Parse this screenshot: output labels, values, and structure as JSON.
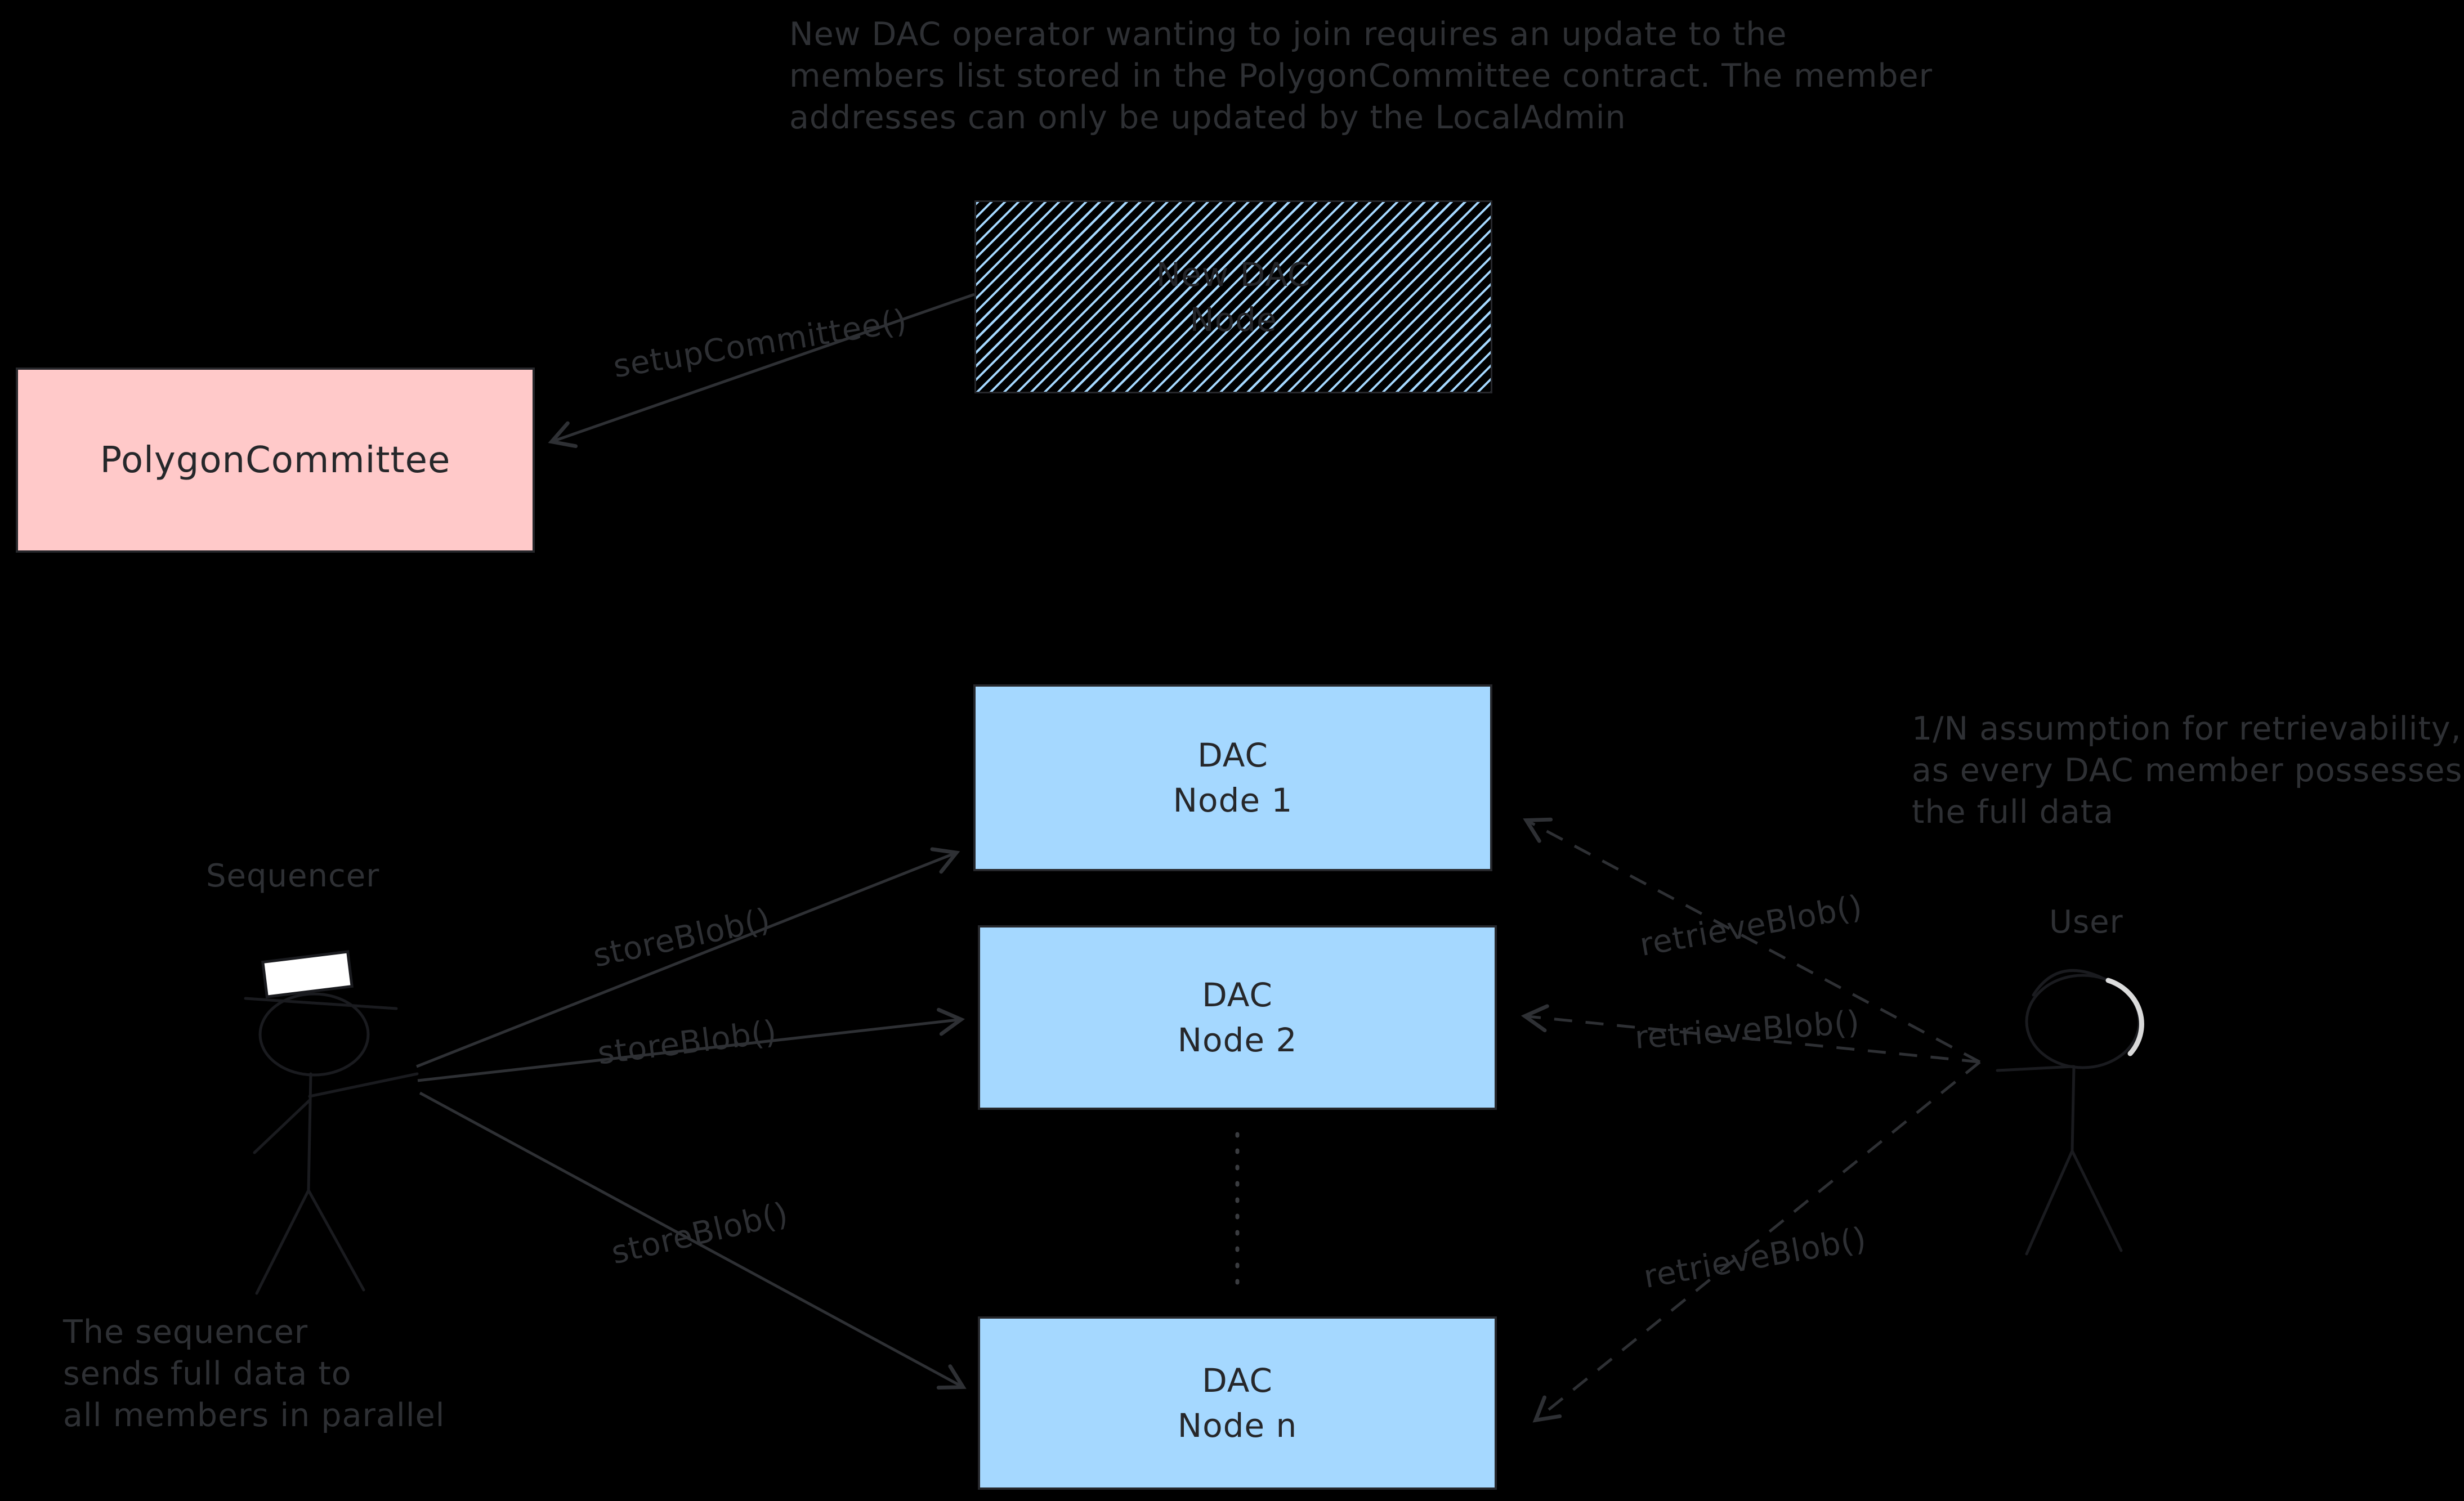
{
  "colors": {
    "background": "#000000",
    "committee_box": "#ffc9c9",
    "dac_box": "#a5d8ff",
    "hatch_line": "#a5d8ff",
    "annotation_ink": "#2e3034",
    "box_ink": "#26272a",
    "figure_ink": "#1a1b1f",
    "highlight_white": "#ffffff"
  },
  "notes": {
    "top": "New DAC operator wanting to join requires an update to the\nmembers list stored in the PolygonCommittee contract. The member\naddresses can only be updated by the LocalAdmin",
    "retrievability": "1/N assumption for retrievability,\nas every DAC member possesses\nthe full data",
    "parallel": "The sequencer\nsends full data to\nall members in parallel"
  },
  "boxes": {
    "new_dac": {
      "label": "New DAC\nNode"
    },
    "committee": {
      "label": "PolygonCommittee"
    },
    "dac_nodes": [
      {
        "label": "DAC\nNode 1"
      },
      {
        "label": "DAC\nNode 2"
      },
      {
        "label": "DAC\nNode n"
      }
    ]
  },
  "actors": {
    "sequencer": {
      "label": "Sequencer"
    },
    "user": {
      "label": "User"
    }
  },
  "edges": {
    "setup_label": "setupCommittee()",
    "store_labels": [
      "storeBlob()",
      "storeBlob()",
      "storeBlob()"
    ],
    "retrieve_labels": [
      "retrieveBlob()",
      "retrieveBlob()",
      "retrieveBlob()"
    ]
  }
}
